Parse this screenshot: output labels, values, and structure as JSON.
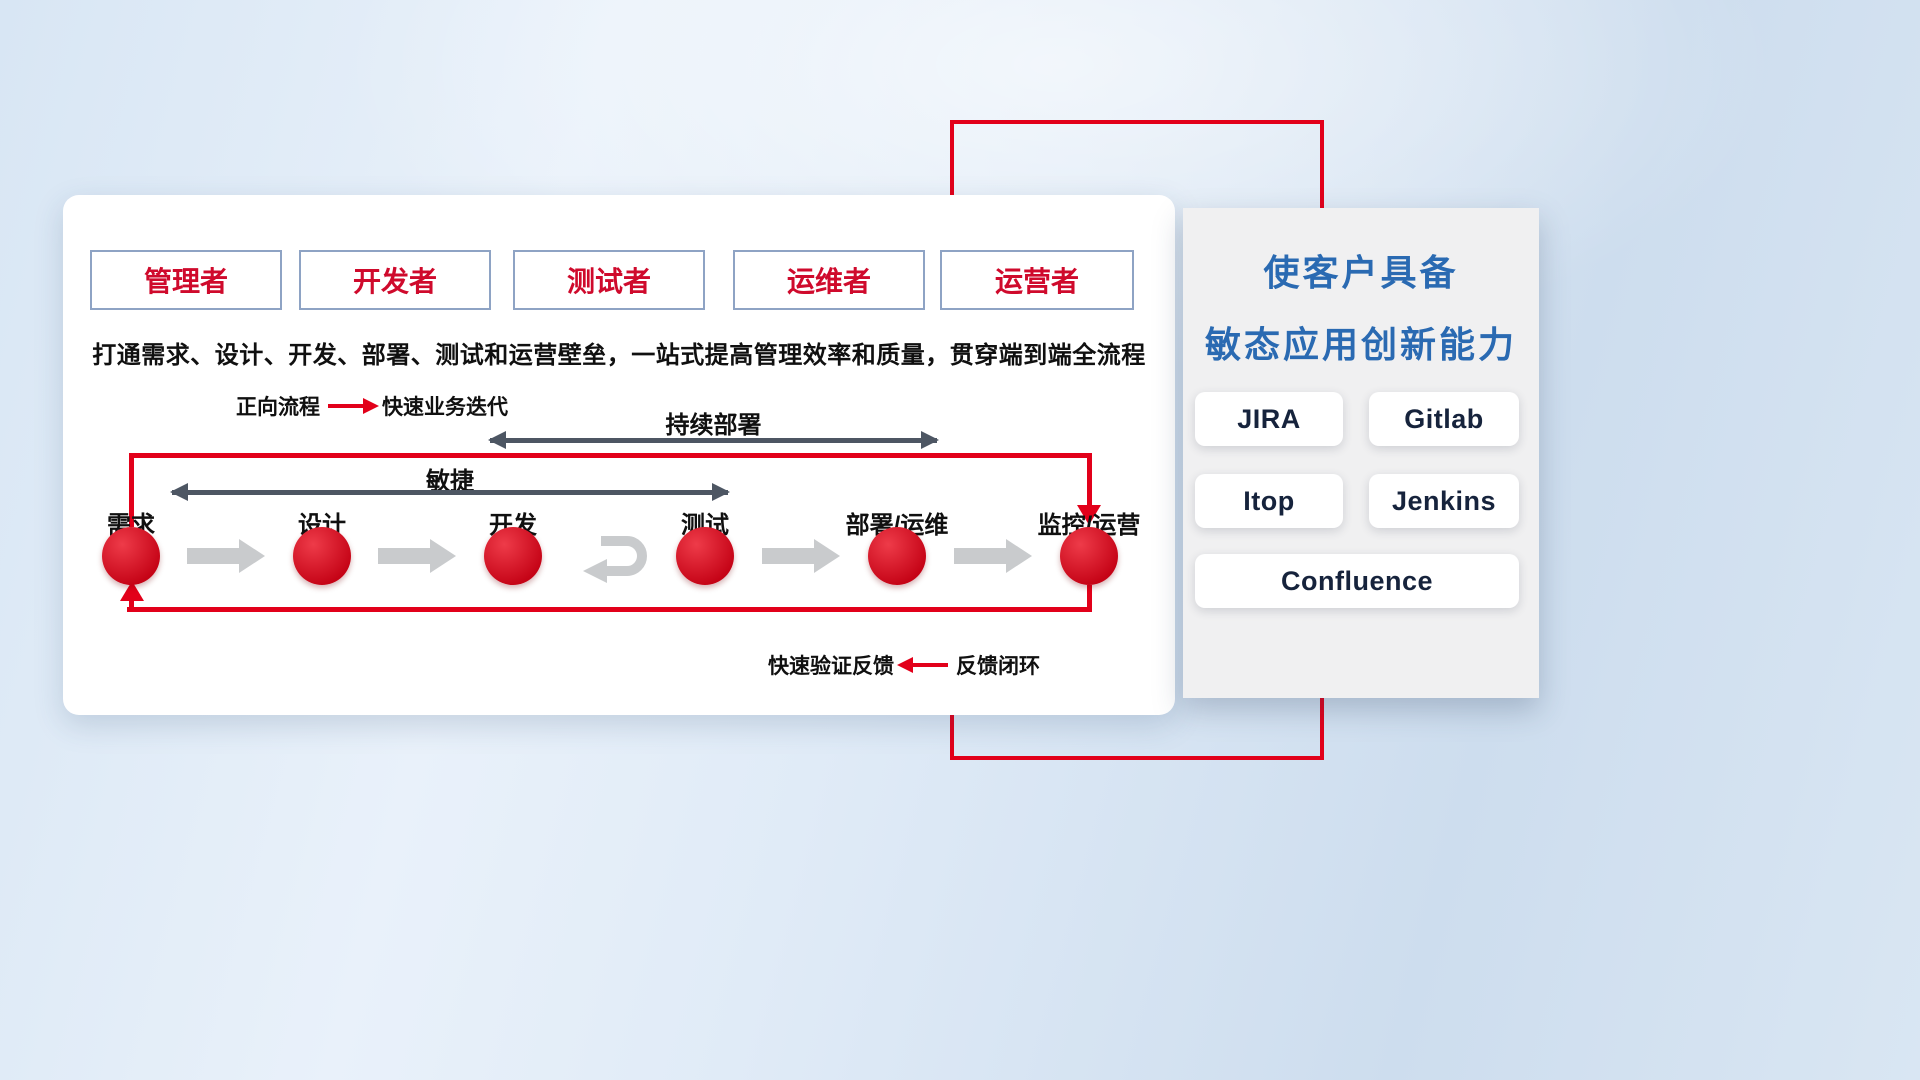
{
  "roles": [
    "管理者",
    "开发者",
    "测试者",
    "运维者",
    "运营者"
  ],
  "subtitle": "打通需求、设计、开发、部署、测试和运营壁垒，一站式提高管理效率和质量，贯穿端到端全流程",
  "legend": {
    "forward_label": "正向流程",
    "forward_desc": "快速业务迭代",
    "feedback_desc": "快速验证反馈",
    "feedback_label": "反馈闭环"
  },
  "flow": {
    "deploy_arrow_label": "持续部署",
    "agile_arrow_label": "敏捷",
    "nodes": [
      "需求",
      "设计",
      "开发",
      "测试",
      "部署/运维",
      "监控/运营"
    ]
  },
  "right_panel": {
    "title_line1": "使客户具备",
    "title_line2": "敏态应用创新能力",
    "tools": [
      "JIRA",
      "Gitlab",
      "Itop",
      "Jenkins",
      "Confluence"
    ]
  },
  "colors": {
    "accent_red": "#e2001a",
    "node_red": "#c50316",
    "title_blue": "#2a6ab2",
    "dark_arrow": "#4d5663",
    "flow_arrow_gray": "#c9cbcd",
    "role_border_blue": "#8ea3c4"
  }
}
